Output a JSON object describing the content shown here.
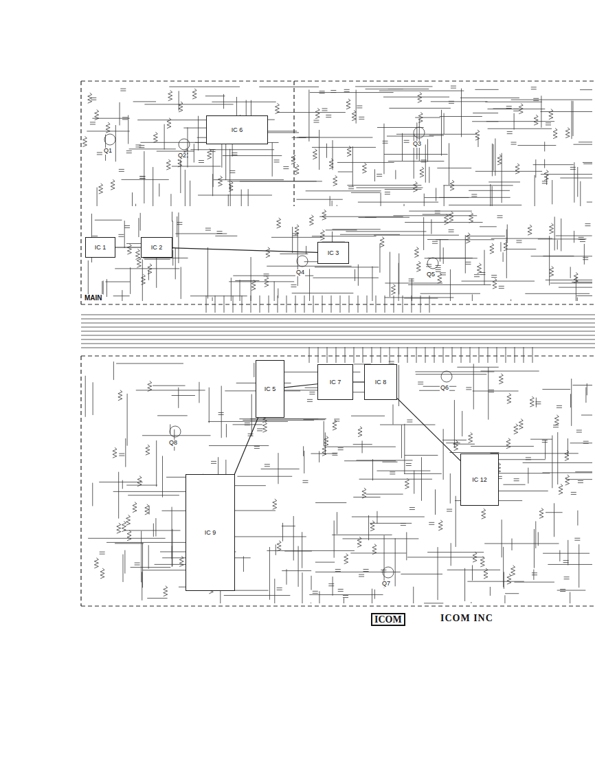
{
  "diagram": {
    "nodes": [
      {
        "text": [
          "IC 6"
        ]
      },
      {
        "text": [
          "IC 1"
        ]
      },
      {
        "text": [
          "IC 2"
        ]
      },
      {
        "text": [
          "IC 3"
        ]
      },
      {
        "text": [
          "IC 5"
        ]
      },
      {
        "text": [
          "IC 7"
        ]
      },
      {
        "text": [
          "IC 8"
        ]
      },
      {
        "text": [
          "IC 9"
        ]
      },
      {
        "text": [
          "IC 12"
        ]
      }
    ],
    "edges": [
      {
        "from": 1,
        "to": 2,
        "arrow": "none"
      },
      {
        "from": 2,
        "to": 3,
        "arrow": "none"
      },
      {
        "from": 4,
        "to": 5,
        "arrow": "none"
      },
      {
        "from": 5,
        "to": 6,
        "arrow": "none"
      },
      {
        "from": 7,
        "to": 4,
        "arrow": "none"
      },
      {
        "from": 6,
        "to": 8,
        "arrow": "none"
      }
    ],
    "labels": [
      "MAIN",
      "Q1",
      "Q2",
      "Q3",
      "Q4",
      "Q5",
      "Q6",
      "Q7",
      "Q8",
      "ICOM",
      "ICOM INC"
    ]
  }
}
